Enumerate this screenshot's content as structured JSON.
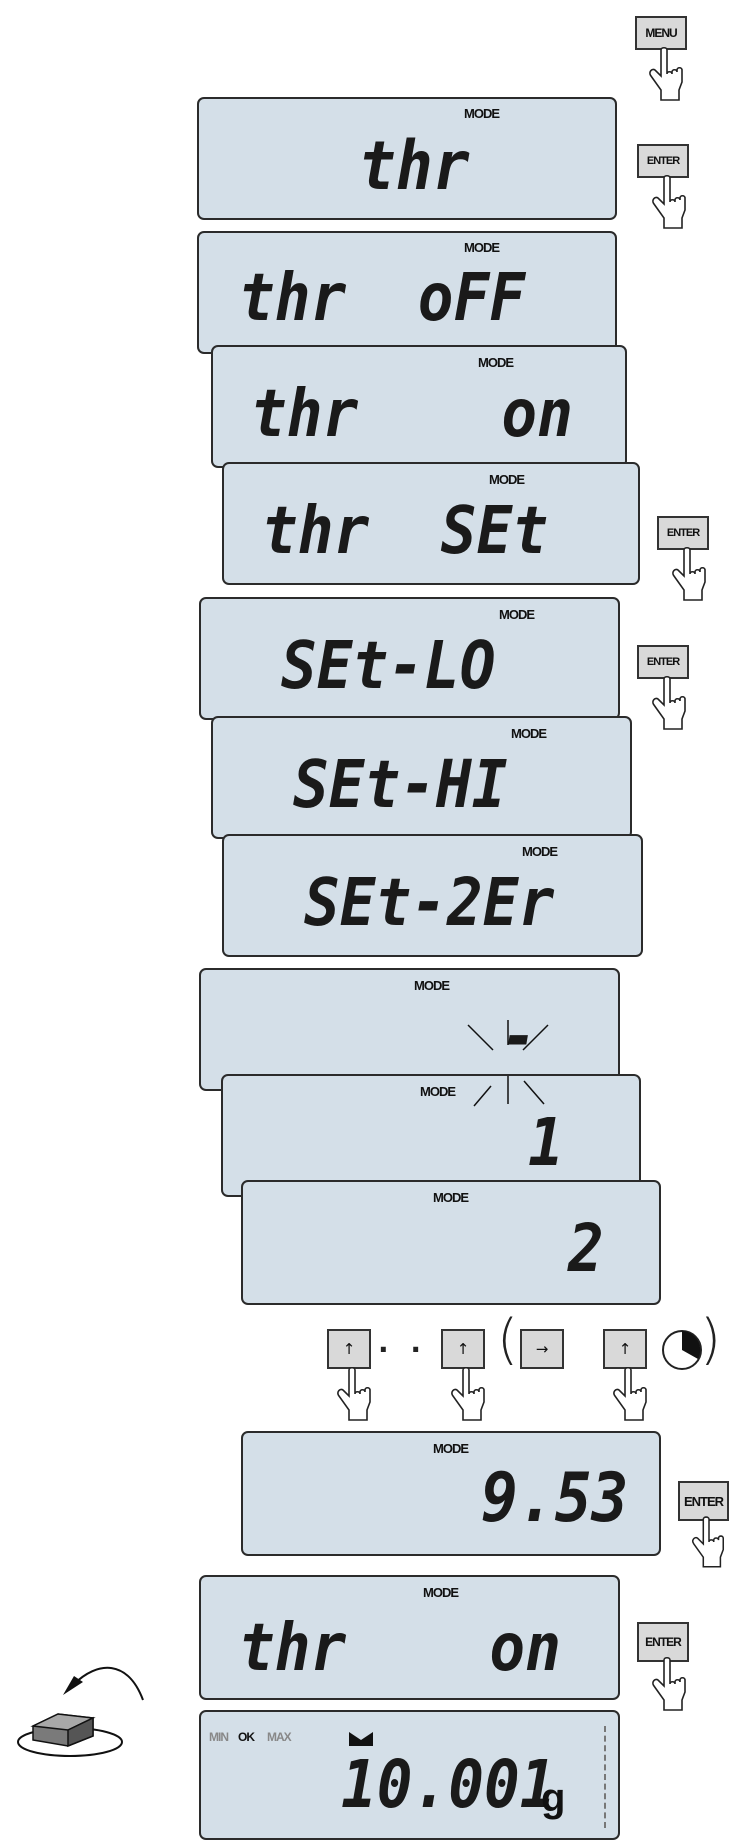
{
  "keys": {
    "menu": "MENU",
    "enter": "ENTER"
  },
  "displays": [
    {
      "mode": "MODE",
      "text": "thr"
    },
    {
      "mode": "MODE",
      "text": "thr  oFF"
    },
    {
      "mode": "MODE",
      "text": "thr    on"
    },
    {
      "mode": "MODE",
      "text": "thr  SEt"
    },
    {
      "mode": "MODE",
      "text": "SEt-LO"
    },
    {
      "mode": "MODE",
      "text": "SEt-HI"
    },
    {
      "mode": "MODE",
      "text": "SEt-2Er"
    },
    {
      "mode": "MODE",
      "text": "-"
    },
    {
      "mode": "MODE",
      "text": "1"
    },
    {
      "mode": "MODE",
      "text": "2"
    },
    {
      "mode": "MODE",
      "text": "9.53"
    },
    {
      "mode": "MODE",
      "text": "thr    on"
    }
  ],
  "weighing": {
    "min": "MIN",
    "ok": "OK",
    "max": "MAX",
    "value": "10.001",
    "unit": "g"
  },
  "keypad_sequence": {
    "up_symbol": "↑",
    "right_symbol": "→",
    "dots": "· · ·"
  }
}
